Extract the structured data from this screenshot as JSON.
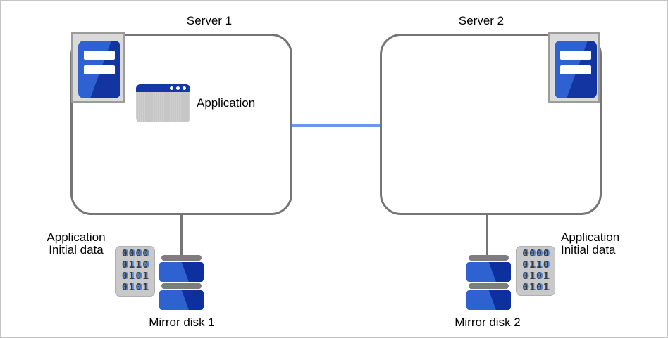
{
  "diagram": {
    "server1": {
      "title": "Server 1",
      "application_label": "Application"
    },
    "server2": {
      "title": "Server 2"
    },
    "disk1": {
      "label": "Mirror disk 1"
    },
    "disk2": {
      "label": "Mirror disk 2"
    },
    "initial_data": {
      "line1": "Application",
      "line2": "Initial data",
      "binary_rows": [
        "0000",
        "0110",
        "0101",
        "0101"
      ]
    },
    "icons": {
      "server_icon": "server-tower-icon",
      "application_icon": "application-window-icon",
      "mirror_disk_icon": "mirror-disk-icon",
      "binary_data_icon": "binary-data-icon",
      "network_link": "network-link-line"
    },
    "colors": {
      "accent_blue_light": "#2e62d0",
      "accent_blue_dark": "#0e2f9e",
      "titlebar_blue": "#1438a8",
      "link_blue": "#6e96f0",
      "border_gray": "#757575",
      "icon_gray": "#c9c9c9"
    }
  }
}
